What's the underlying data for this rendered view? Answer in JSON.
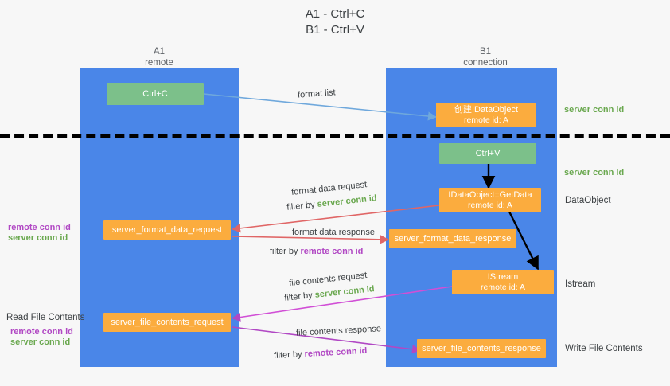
{
  "title": {
    "line1": "A1 - Ctrl+C",
    "line2": "B1 - Ctrl+V"
  },
  "lanes": [
    {
      "id": "a1",
      "name": "A1",
      "sub": "remote",
      "color": "#4a86e8"
    },
    {
      "id": "b1",
      "name": "B1",
      "sub": "connection",
      "color": "#4a86e8"
    }
  ],
  "colors": {
    "lane": "#4a86e8",
    "node_green": "#7cc08a",
    "node_orange": "#fbac3e",
    "server_conn_id": "#6aa84f",
    "remote_conn_id": "#b148c4",
    "arrow_blue": "#6fa8dc",
    "arrow_red": "#e06666",
    "arrow_purple": "#b148c4",
    "arrow_black": "#000000",
    "text": "#3c4043"
  },
  "nodes": {
    "ctrl_c": {
      "label": "Ctrl+C",
      "kind": "green"
    },
    "create_dataobject": {
      "label": "创建IDataObject",
      "sub": "remote id: A",
      "kind": "orange"
    },
    "ctrl_v": {
      "label": "Ctrl+V",
      "kind": "green"
    },
    "getdata": {
      "label": "IDataObject::GetData",
      "sub": "remote id: A",
      "kind": "orange"
    },
    "server_format_data_request": {
      "label": "server_format_data_request",
      "kind": "orange"
    },
    "server_format_data_response": {
      "label": "server_format_data_response",
      "kind": "orange"
    },
    "istream": {
      "label": "IStream",
      "sub": "remote id: A",
      "kind": "orange"
    },
    "server_file_contents_request": {
      "label": "server_file_contents_request",
      "kind": "orange"
    },
    "server_file_contents_response": {
      "label": "server_file_contents_response",
      "kind": "orange"
    }
  },
  "edge_labels": {
    "format_list": "format list",
    "format_data_request": "format data request",
    "format_data_request_filter_prefix": "filter by ",
    "format_data_request_filter_value": "server conn id",
    "format_data_response": "format data response",
    "format_data_response_filter_prefix": "filter by ",
    "format_data_response_filter_value": "remote conn id",
    "file_contents_request": "file contents request",
    "file_contents_request_filter_prefix": "filter by ",
    "file_contents_request_filter_value": "server conn id",
    "file_contents_response": "file contents response",
    "file_contents_response_filter_prefix": "filter by ",
    "file_contents_response_filter_value": "remote conn id"
  },
  "right_labels": {
    "server_conn_id_top": "server conn id",
    "server_conn_id_mid": "server conn id",
    "dataobject": "DataObject",
    "istream": "Istream",
    "write_file_contents": "Write File Contents"
  },
  "left_labels": {
    "remote_conn_id_1": "remote conn id",
    "server_conn_id_1": "server conn id",
    "read_file_contents": "Read File Contents",
    "remote_conn_id_2": "remote conn id",
    "server_conn_id_2": "server conn id"
  }
}
